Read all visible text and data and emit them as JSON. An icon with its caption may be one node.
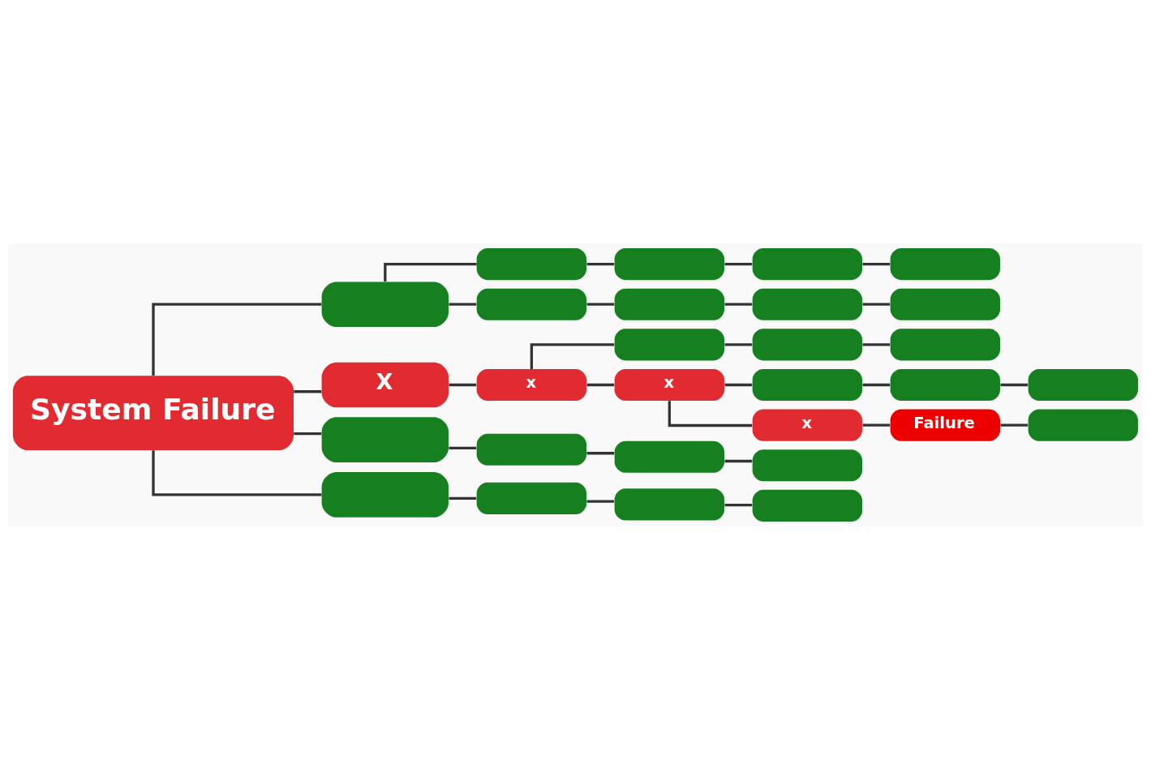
{
  "diagram": {
    "nodes": [
      {
        "text": [
          "System Failure"
        ]
      },
      {
        "text": [],
        "shape": "box"
      },
      {
        "text": [],
        "shape": "box"
      },
      {
        "text": [],
        "shape": "box"
      },
      {
        "text": [],
        "shape": "box"
      },
      {
        "text": [],
        "shape": "box"
      },
      {
        "text": [],
        "shape": "box"
      },
      {
        "text": [],
        "shape": "box"
      },
      {
        "text": [],
        "shape": "box"
      },
      {
        "text": [],
        "shape": "box"
      },
      {
        "text": [
          "X"
        ]
      },
      {
        "text": [
          "x"
        ]
      },
      {
        "text": [],
        "shape": "box"
      },
      {
        "text": [],
        "shape": "box"
      },
      {
        "text": [],
        "shape": "box"
      },
      {
        "text": [
          "x"
        ]
      },
      {
        "text": [],
        "shape": "box"
      },
      {
        "text": [],
        "shape": "box"
      },
      {
        "text": [],
        "shape": "box"
      },
      {
        "text": [
          "x"
        ]
      },
      {
        "text": [
          "Failure"
        ]
      },
      {
        "text": [],
        "shape": "box"
      },
      {
        "text": [],
        "shape": "box"
      },
      {
        "text": [],
        "shape": "box"
      },
      {
        "text": [],
        "shape": "box"
      },
      {
        "text": [],
        "shape": "box"
      },
      {
        "text": [],
        "shape": "box"
      },
      {
        "text": [],
        "shape": "box"
      },
      {
        "text": [],
        "shape": "box"
      },
      {
        "text": [],
        "shape": "box"
      }
    ],
    "edges": [
      {
        "from": 0,
        "to": 1,
        "arrow": "none"
      },
      {
        "from": 0,
        "to": 10,
        "arrow": "none"
      },
      {
        "from": 0,
        "to": 22,
        "arrow": "none"
      },
      {
        "from": 0,
        "to": 26,
        "arrow": "none"
      },
      {
        "from": 1,
        "to": 2,
        "arrow": "none"
      },
      {
        "from": 2,
        "to": 3,
        "arrow": "none"
      },
      {
        "from": 3,
        "to": 4,
        "arrow": "none"
      },
      {
        "from": 4,
        "to": 5,
        "arrow": "none"
      },
      {
        "from": 1,
        "to": 6,
        "arrow": "none"
      },
      {
        "from": 6,
        "to": 7,
        "arrow": "none"
      },
      {
        "from": 7,
        "to": 8,
        "arrow": "none"
      },
      {
        "from": 8,
        "to": 9,
        "arrow": "none"
      },
      {
        "from": 10,
        "to": 11,
        "arrow": "none"
      },
      {
        "from": 11,
        "to": 12,
        "arrow": "none"
      },
      {
        "from": 12,
        "to": 13,
        "arrow": "none"
      },
      {
        "from": 13,
        "to": 14,
        "arrow": "none"
      },
      {
        "from": 11,
        "to": 15,
        "arrow": "none"
      },
      {
        "from": 15,
        "to": 16,
        "arrow": "none"
      },
      {
        "from": 16,
        "to": 17,
        "arrow": "none"
      },
      {
        "from": 17,
        "to": 18,
        "arrow": "none"
      },
      {
        "from": 15,
        "to": 19,
        "arrow": "none"
      },
      {
        "from": 19,
        "to": 20,
        "arrow": "none"
      },
      {
        "from": 20,
        "to": 21,
        "arrow": "none"
      },
      {
        "from": 22,
        "to": 23,
        "arrow": "none"
      },
      {
        "from": 23,
        "to": 24,
        "arrow": "none"
      },
      {
        "from": 24,
        "to": 25,
        "arrow": "none"
      },
      {
        "from": 26,
        "to": 27,
        "arrow": "none"
      },
      {
        "from": 27,
        "to": 28,
        "arrow": "none"
      },
      {
        "from": 28,
        "to": 29,
        "arrow": "none"
      }
    ]
  }
}
